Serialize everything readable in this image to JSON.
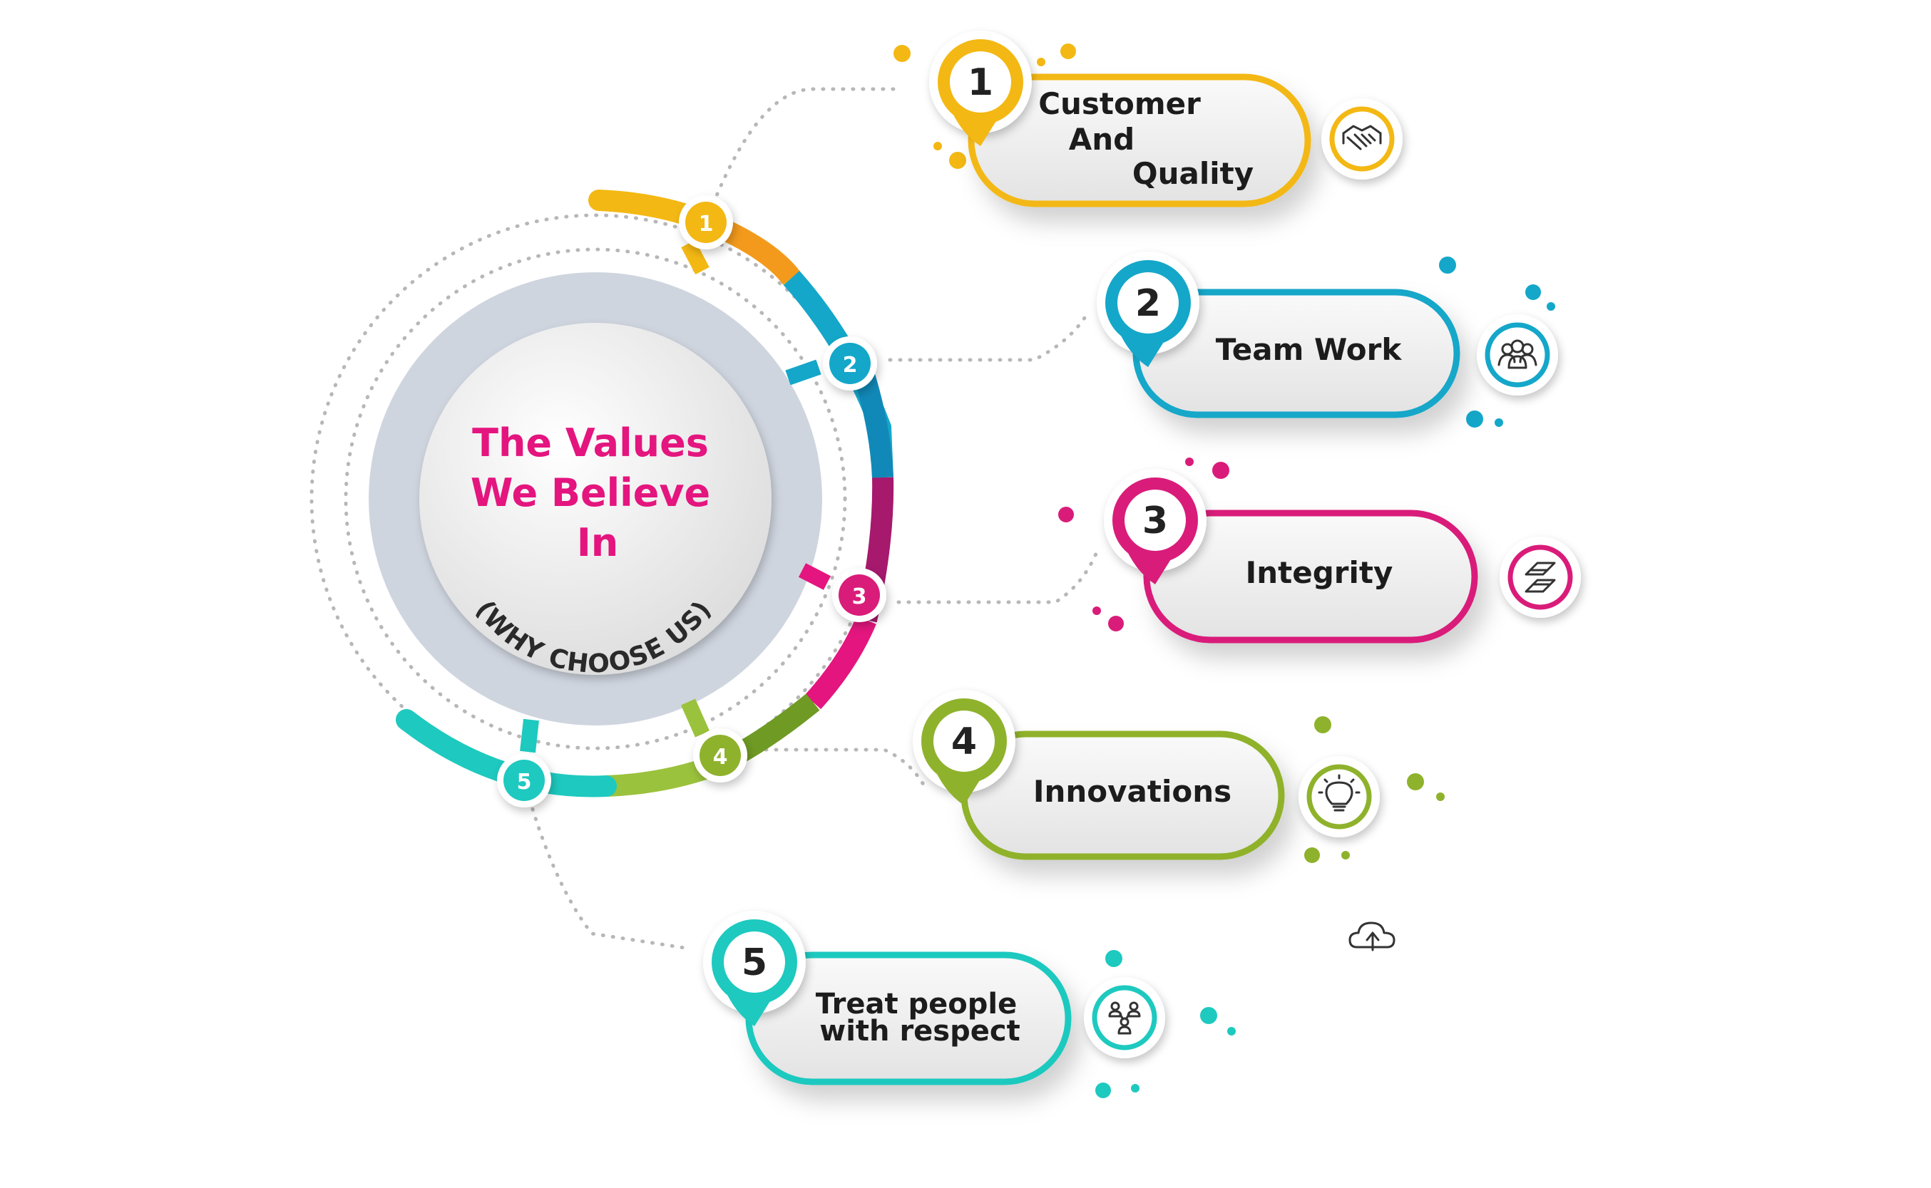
{
  "center": {
    "title_line1": "The Values",
    "title_line2": "We Believe",
    "title_line3": "In",
    "subtitle": "(WHY CHOOSE US)"
  },
  "colors": {
    "item1": "#f3b813",
    "item2": "#14a7c9",
    "item3": "#d91c7a",
    "item4": "#8fb22c",
    "item5": "#1ec9bf",
    "title": "#e4157e"
  },
  "values": [
    {
      "number": "1",
      "lines": [
        "Customer",
        "And",
        "Quality"
      ],
      "icon": "handshake-icon"
    },
    {
      "number": "2",
      "lines": [
        "Team Work"
      ],
      "icon": "team-icon"
    },
    {
      "number": "3",
      "lines": [
        "Integrity"
      ],
      "icon": "integrity-icon"
    },
    {
      "number": "4",
      "lines": [
        "Innovations"
      ],
      "icon": "lightbulb-icon"
    },
    {
      "number": "5",
      "lines": [
        "Treat people",
        "with respect"
      ],
      "icon": "people-network-icon"
    }
  ]
}
